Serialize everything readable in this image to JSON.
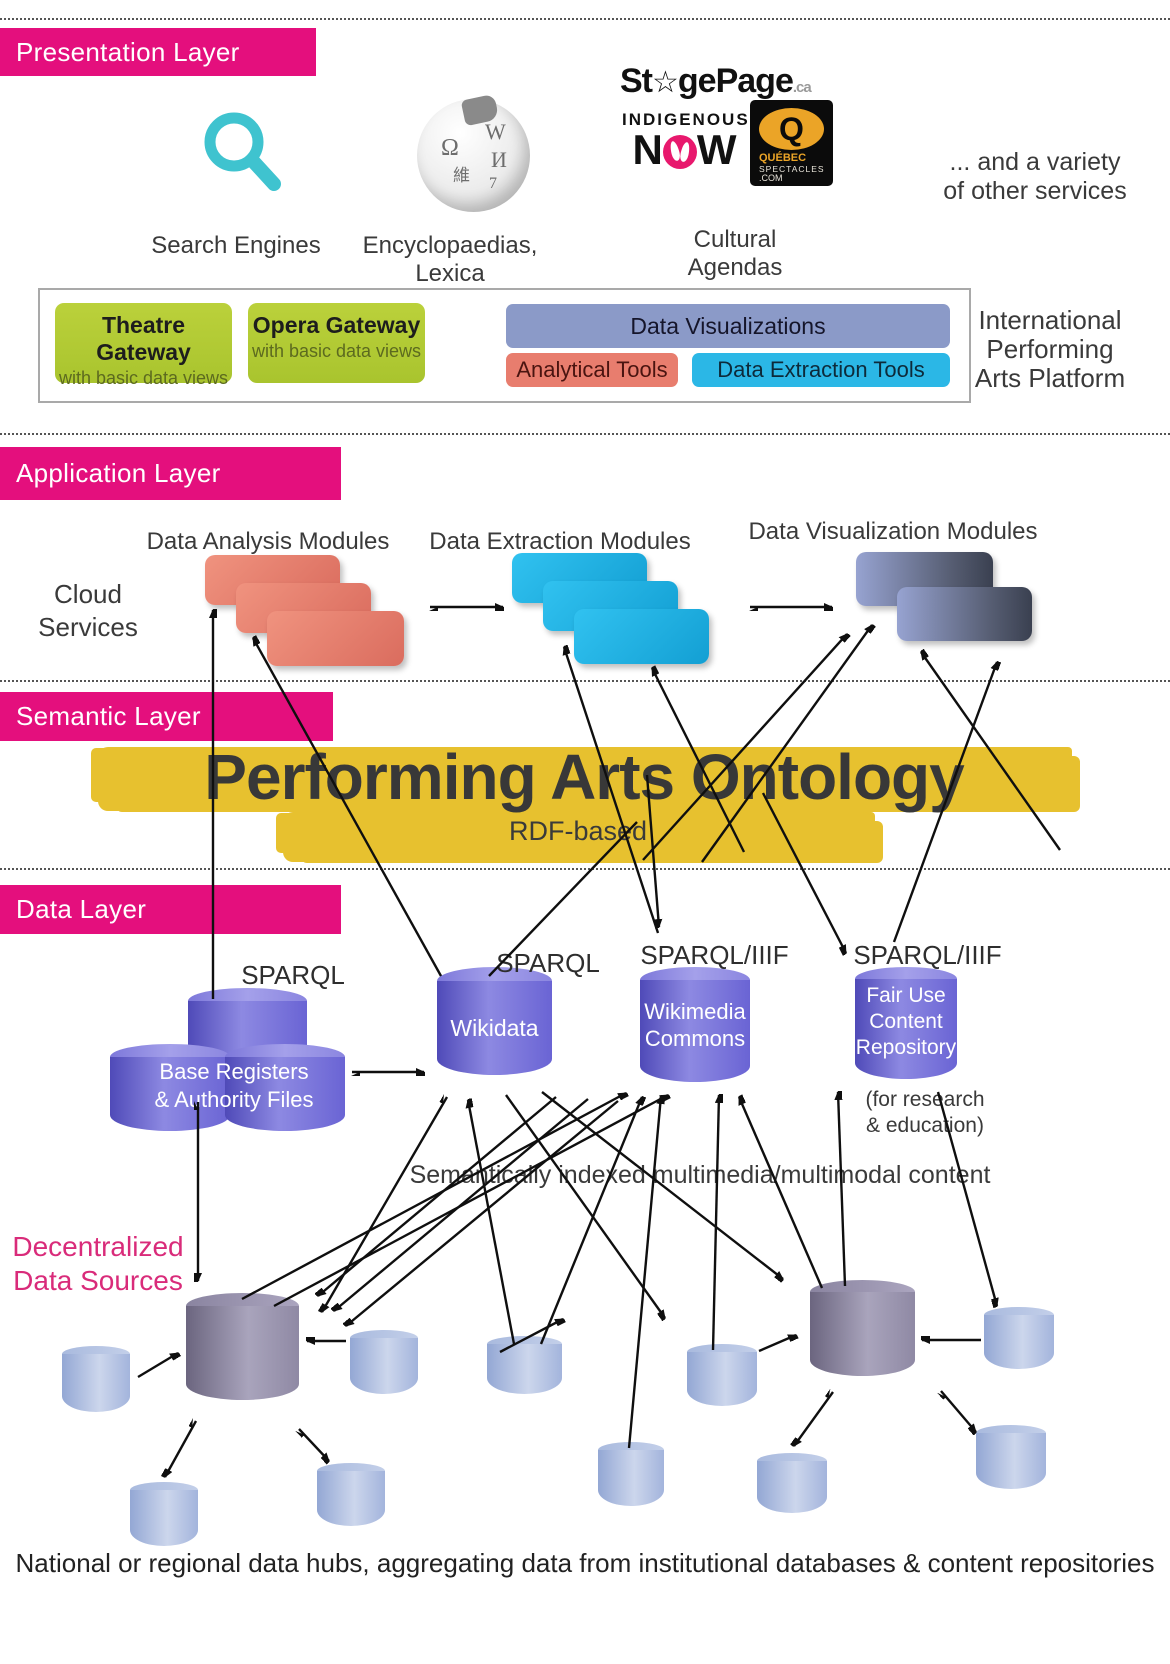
{
  "colors": {
    "banner_pink": "#e40f7d",
    "gateway_green": "#b5cc34",
    "dataviz_blue": "#8b9ac8",
    "analytical_salmon": "#e87d6e",
    "extraction_cyan": "#2bb7e6",
    "highlighter_yellow": "#e7c12f",
    "cylinder_purple": "#6a64d4",
    "cylinder_light_blue": "#aebede",
    "hub_gray_purple": "#8f89a4",
    "search_icon_teal": "#3fc3cf"
  },
  "layers": {
    "presentation": "Presentation Layer",
    "application": "Application Layer",
    "semantic": "Semantic Layer",
    "data": "Data Layer"
  },
  "presentation": {
    "search_label": "Search Engines",
    "encyclopaedias_1": "Encyclopaedias,",
    "encyclopaedias_2": "Lexica",
    "cultural_1": "Cultural",
    "cultural_2": "Agendas",
    "other_1": "... and a variety",
    "other_2": "of other services",
    "logos": {
      "stagepage_pre": "St",
      "stagepage_star": "☆",
      "stagepage_post": "gePage",
      "stagepage_tld": ".ca",
      "indigenous_top": "INDIGENOUS",
      "indigenous_n": "N",
      "indigenous_w": "W",
      "quebec_q": "Q",
      "quebec_1": "QUÉBEC",
      "quebec_2": "SPECTACLES",
      "quebec_3": ".COM",
      "wiki_w": "W",
      "wiki_omega": "Ω",
      "wiki_i": "И",
      "wiki_cjk": "維",
      "wiki_7": "7"
    },
    "platform": {
      "theatre_title": "Theatre Gateway",
      "theatre_sub": "with basic data views",
      "opera_title": "Opera Gateway",
      "opera_sub": "with basic data views",
      "dataviz": "Data Visualizations",
      "analytical": "Analytical Tools",
      "extraction": "Data Extraction Tools",
      "side_1": "International",
      "side_2": "Performing",
      "side_3": "Arts Platform"
    }
  },
  "application": {
    "cloud_1": "Cloud",
    "cloud_2": "Services",
    "analysis_label": "Data Analysis Modules",
    "extraction_label": "Data Extraction Modules",
    "visualization_label": "Data Visualization Modules"
  },
  "semantic": {
    "title": "Performing Arts Ontology",
    "subtitle": "RDF-based"
  },
  "data_layer": {
    "sparql_base": "SPARQL",
    "sparql_wikidata": "SPARQL",
    "sparql_commons": "SPARQL/IIIF",
    "sparql_fairuse": "SPARQL/IIIF",
    "base_1": "Base Registers",
    "base_2": "& Authority Files",
    "wikidata": "Wikidata",
    "commons_1": "Wikimedia",
    "commons_2": "Commons",
    "fairuse_1": "Fair Use",
    "fairuse_2": "Content",
    "fairuse_3": "Repository",
    "fairuse_note_1": "(for research",
    "fairuse_note_2": "& education)",
    "semantically_indexed": "Semantically indexed multimedia/multimodal content",
    "decentralized_1": "Decentralized",
    "decentralized_2": "Data Sources",
    "caption": "National or regional data hubs, aggregating data from institutional databases & content repositories"
  }
}
